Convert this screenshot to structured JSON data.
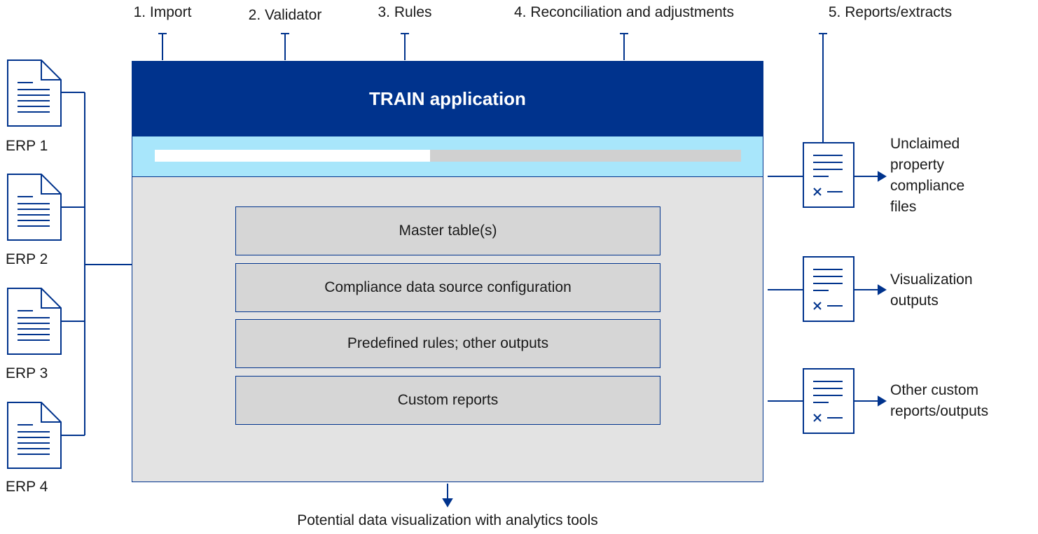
{
  "steps": [
    {
      "label": "1. Import"
    },
    {
      "label": "2. Validator"
    },
    {
      "label": "3. Rules"
    },
    {
      "label": "4. Reconciliation and adjustments"
    },
    {
      "label": "5. Reports/extracts"
    }
  ],
  "sources": [
    {
      "label": "ERP 1"
    },
    {
      "label": "ERP 2"
    },
    {
      "label": "ERP 3"
    },
    {
      "label": "ERP 4"
    }
  ],
  "app": {
    "title": "TRAIN application",
    "progress": 0.47
  },
  "modules": [
    {
      "label": "Master table(s)"
    },
    {
      "label": "Compliance data source configuration"
    },
    {
      "label": "Predefined rules; other outputs"
    },
    {
      "label": "Custom reports"
    }
  ],
  "outputs": [
    {
      "lines": [
        "Unclaimed",
        "property",
        "compliance",
        "files"
      ]
    },
    {
      "lines": [
        "Visualization",
        "outputs"
      ]
    },
    {
      "lines": [
        "Other custom",
        "reports/outputs"
      ]
    }
  ],
  "bottom_caption": "Potential data visualization with analytics tools",
  "colors": {
    "navy": "#00338d",
    "light_blue": "#a8e6fb",
    "panel_gray": "#e3e3e3",
    "module_gray": "#d6d6d6"
  },
  "icons": {
    "source_document": "document-lines-icon",
    "output_document": "document-check-icon",
    "arrow": "arrow-right-icon"
  }
}
